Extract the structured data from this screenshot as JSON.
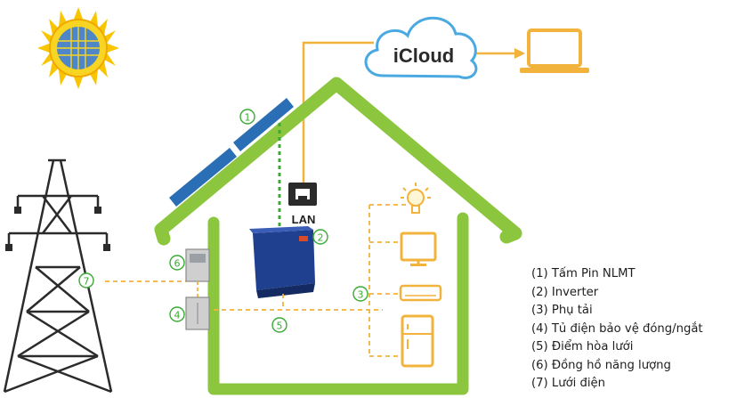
{
  "cloud": {
    "label": "iCloud"
  },
  "lan": {
    "label": "LAN"
  },
  "callouts": {
    "c1": "1",
    "c2": "2",
    "c3": "3",
    "c4": "4",
    "c5": "5",
    "c6": "6",
    "c7": "7"
  },
  "legend": {
    "items": [
      "(1) Tấm Pin NLMT",
      "(2) Inverter",
      "(3) Phụ tải",
      "(4) Tủ điện bảo vệ đóng/ngắt",
      "(5) Điểm hòa lưới",
      "(6) Đồng hồ năng lượng",
      "(7) Lưới điện"
    ]
  },
  "colors": {
    "house_green": "#8cc63f",
    "wire_yellow": "#f2b33d",
    "dash_green": "#3aaa35",
    "cloud_blue": "#4aa9e0",
    "panel_blue": "#2a6fb5",
    "inverter_blue": "#1f3f8f",
    "sun_yellow": "#f7c600",
    "tower_dark": "#2b2b2b"
  },
  "icons": [
    "sun-icon",
    "cloud-icon",
    "laptop-icon",
    "solar-panel-icon",
    "lan-port-icon",
    "inverter-icon",
    "lightbulb-icon",
    "tv-icon",
    "air-conditioner-icon",
    "refrigerator-icon",
    "energy-meter-icon",
    "breaker-box-icon",
    "power-tower-icon"
  ]
}
